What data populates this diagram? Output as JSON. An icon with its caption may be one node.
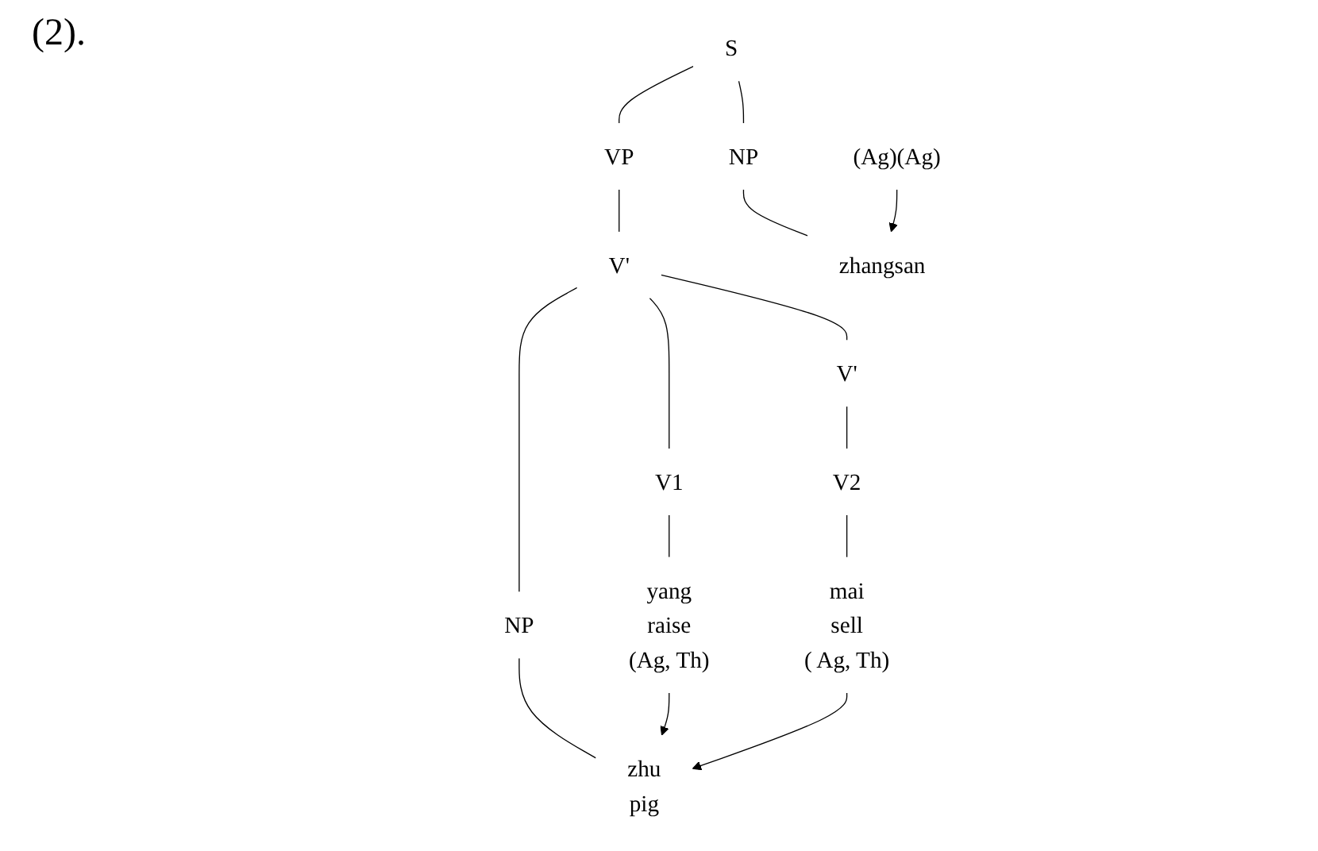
{
  "diagram": {
    "nodes": [
      {
        "text": [
          "S"
        ]
      },
      {
        "text": [
          "NP"
        ]
      },
      {
        "text": [
          "VP"
        ]
      },
      {
        "text": [
          "(Ag)(Ag)"
        ]
      },
      {
        "text": [
          "V'"
        ]
      },
      {
        "text": [
          "zhangsan"
        ]
      },
      {
        "text": [
          "V1"
        ]
      },
      {
        "text": [
          "NP"
        ]
      },
      {
        "text": [
          "V'"
        ]
      },
      {
        "text": [
          "V2"
        ]
      },
      {
        "text": [
          "yang",
          "raise",
          "(Ag, Th)"
        ]
      },
      {
        "text": [
          "zhu",
          "pig"
        ]
      },
      {
        "text": [
          "mai",
          "sell",
          "( Ag, Th)"
        ]
      }
    ],
    "edges": [
      {
        "from": 0,
        "to": 1,
        "arrow": "none"
      },
      {
        "from": 0,
        "to": 2,
        "arrow": "none"
      },
      {
        "from": 1,
        "to": 5,
        "arrow": "none"
      },
      {
        "from": 2,
        "to": 4,
        "arrow": "none"
      },
      {
        "from": 4,
        "to": 6,
        "arrow": "none"
      },
      {
        "from": 4,
        "to": 7,
        "arrow": "none"
      },
      {
        "from": 4,
        "to": 8,
        "arrow": "none"
      },
      {
        "from": 8,
        "to": 9,
        "arrow": "none"
      },
      {
        "from": 6,
        "to": 10,
        "arrow": "none"
      },
      {
        "from": 7,
        "to": 11,
        "arrow": "none"
      },
      {
        "from": 9,
        "to": 12,
        "arrow": "none"
      },
      {
        "from": 3,
        "to": 5,
        "arrow": "to"
      },
      {
        "from": 10,
        "to": 11,
        "arrow": "to"
      },
      {
        "from": 12,
        "to": 11,
        "arrow": "to"
      }
    ],
    "labels": [
      "(2)."
    ]
  }
}
